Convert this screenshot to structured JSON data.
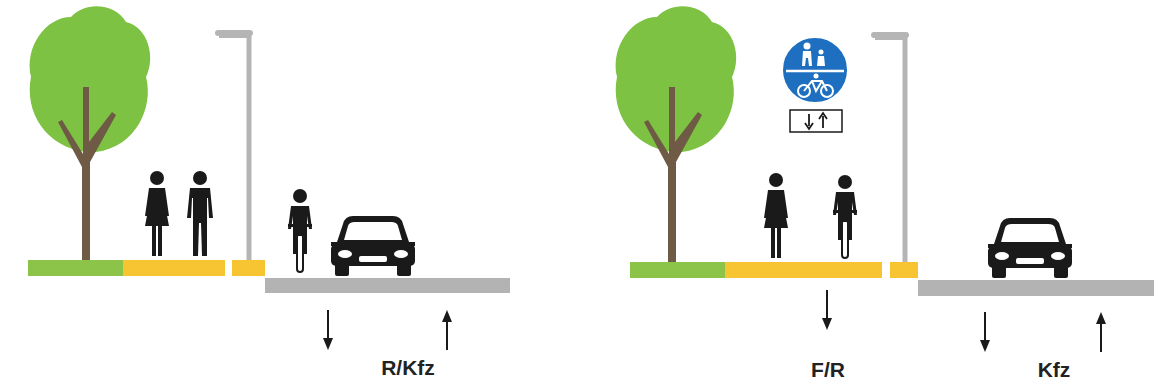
{
  "diagram": {
    "labels": [
      "R/Kfz",
      "F/R",
      "Kfz"
    ]
  }
}
